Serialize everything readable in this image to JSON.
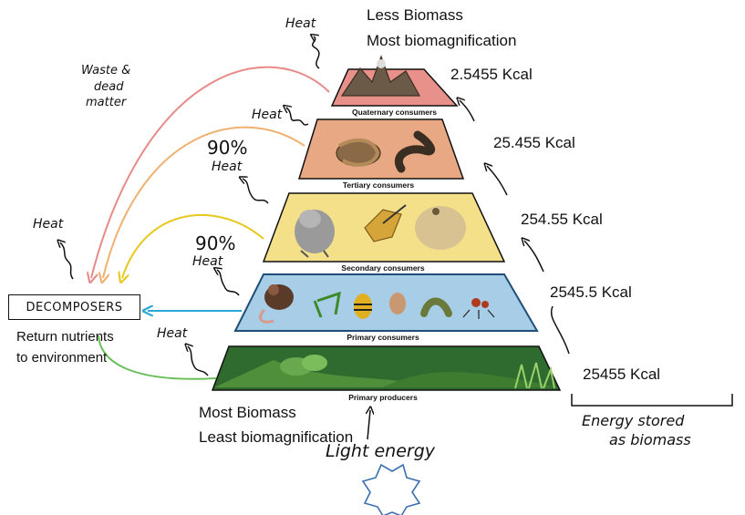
{
  "header": {
    "less_biomass": "Less Biomass",
    "most_biomagnification": "Most biomagnification"
  },
  "footer": {
    "most_biomass": "Most Biomass",
    "least_biomagnification": "Least biomagnification",
    "light_energy": "Light energy"
  },
  "levels": [
    {
      "name": "Quaternary consumers",
      "energy": "2.5455 Kcal",
      "color": "#e8908a"
    },
    {
      "name": "Tertiary consumers",
      "energy": "25.455 Kcal",
      "color": "#e8a884"
    },
    {
      "name": "Secondary consumers",
      "energy": "254.55 Kcal",
      "color": "#f5e08a"
    },
    {
      "name": "Primary consumers",
      "energy": "2545.5 Kcal",
      "color": "#a8cde6"
    },
    {
      "name": "Primary producers",
      "energy": "25455 Kcal",
      "color": "#2f6b2f"
    }
  ],
  "heat_labels": {
    "top": "Heat",
    "quaternary": "Heat",
    "tertiary_pct": "90%",
    "tertiary": "Heat",
    "secondary_pct": "90%",
    "secondary": "Heat",
    "producers": "Heat",
    "decomposers": "Heat"
  },
  "waste": {
    "line1": "Waste &",
    "line2": "dead",
    "line3": "matter"
  },
  "decomposers": {
    "label": "DECOMPOSERS",
    "return_line1": "Return nutrients",
    "return_line2": "to environment"
  },
  "energy_note": {
    "line1": "Energy stored",
    "line2": "as biomass"
  },
  "colors": {
    "arrow_red": "#e88a8a",
    "arrow_orange": "#f0b070",
    "arrow_yellow": "#e6c81e",
    "arrow_blue": "#29a8d8",
    "arrow_green": "#6abf5a",
    "sun_outline": "#3a6fb0"
  }
}
